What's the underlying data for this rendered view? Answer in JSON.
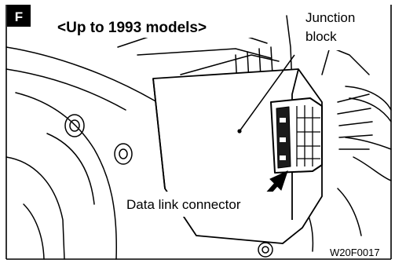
{
  "figure": {
    "badge": "F",
    "title": "<Up to 1993 models>",
    "labels": {
      "junction_line1": "Junction",
      "junction_line2": "block",
      "connector": "Data link connector"
    },
    "code": "W20F0017"
  },
  "colors": {
    "ink": "#000000",
    "paper": "#ffffff"
  }
}
